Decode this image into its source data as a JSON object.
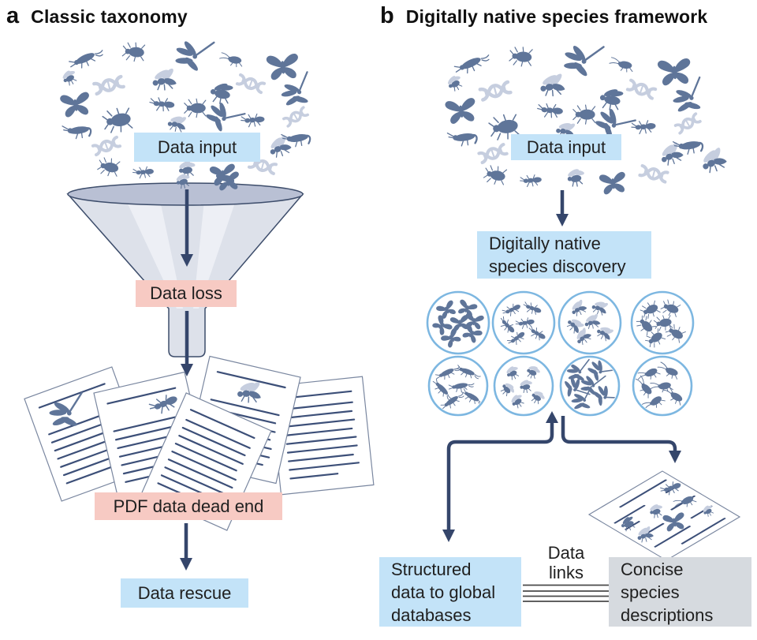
{
  "figure": {
    "panel_a": {
      "panel_letter": "a",
      "title": "Classic taxonomy",
      "labels": {
        "data_input": "Data input",
        "data_loss": "Data loss",
        "pdf_dead_end": "PDF data dead end",
        "data_rescue": "Data rescue"
      }
    },
    "panel_b": {
      "panel_letter": "b",
      "title": "Digitally native species framework",
      "labels": {
        "data_input": "Data input",
        "discovery": "Digitally native\nspecies discovery",
        "structured": "Structured\ndata to global\ndatabases",
        "data_links": "Data\nlinks",
        "concise": "Concise\nspecies\ndescriptions"
      }
    }
  },
  "colors": {
    "label_blue": "#c3e3f8",
    "label_pink": "#f7cac3",
    "label_gray": "#d6dadf",
    "ink": "#35466b",
    "insect": "#5f7599",
    "insect_light": "#c6cedf",
    "circle_ring": "#7db7e1",
    "paper_line": "#3c4f78"
  },
  "icons": {
    "butterfly-icon": "butterfly silhouette",
    "beetle-icon": "beetle silhouette",
    "ant-icon": "ant / termite silhouette",
    "wasp-icon": "wasp with pale wings",
    "bee-icon": "bee silhouette",
    "fly-icon": "fly with pale wings",
    "dragonfly-icon": "dragonfly silhouette",
    "roach-icon": "cockroach silhouette",
    "earwig-icon": "earwig silhouette",
    "grasshopper-icon": "grasshopper silhouette",
    "dna-icon": "DNA helix ribbon",
    "funnel-icon": "laboratory funnel",
    "document-icon": "manuscript page with text lines",
    "arrow-down-icon": "flow arrow"
  }
}
